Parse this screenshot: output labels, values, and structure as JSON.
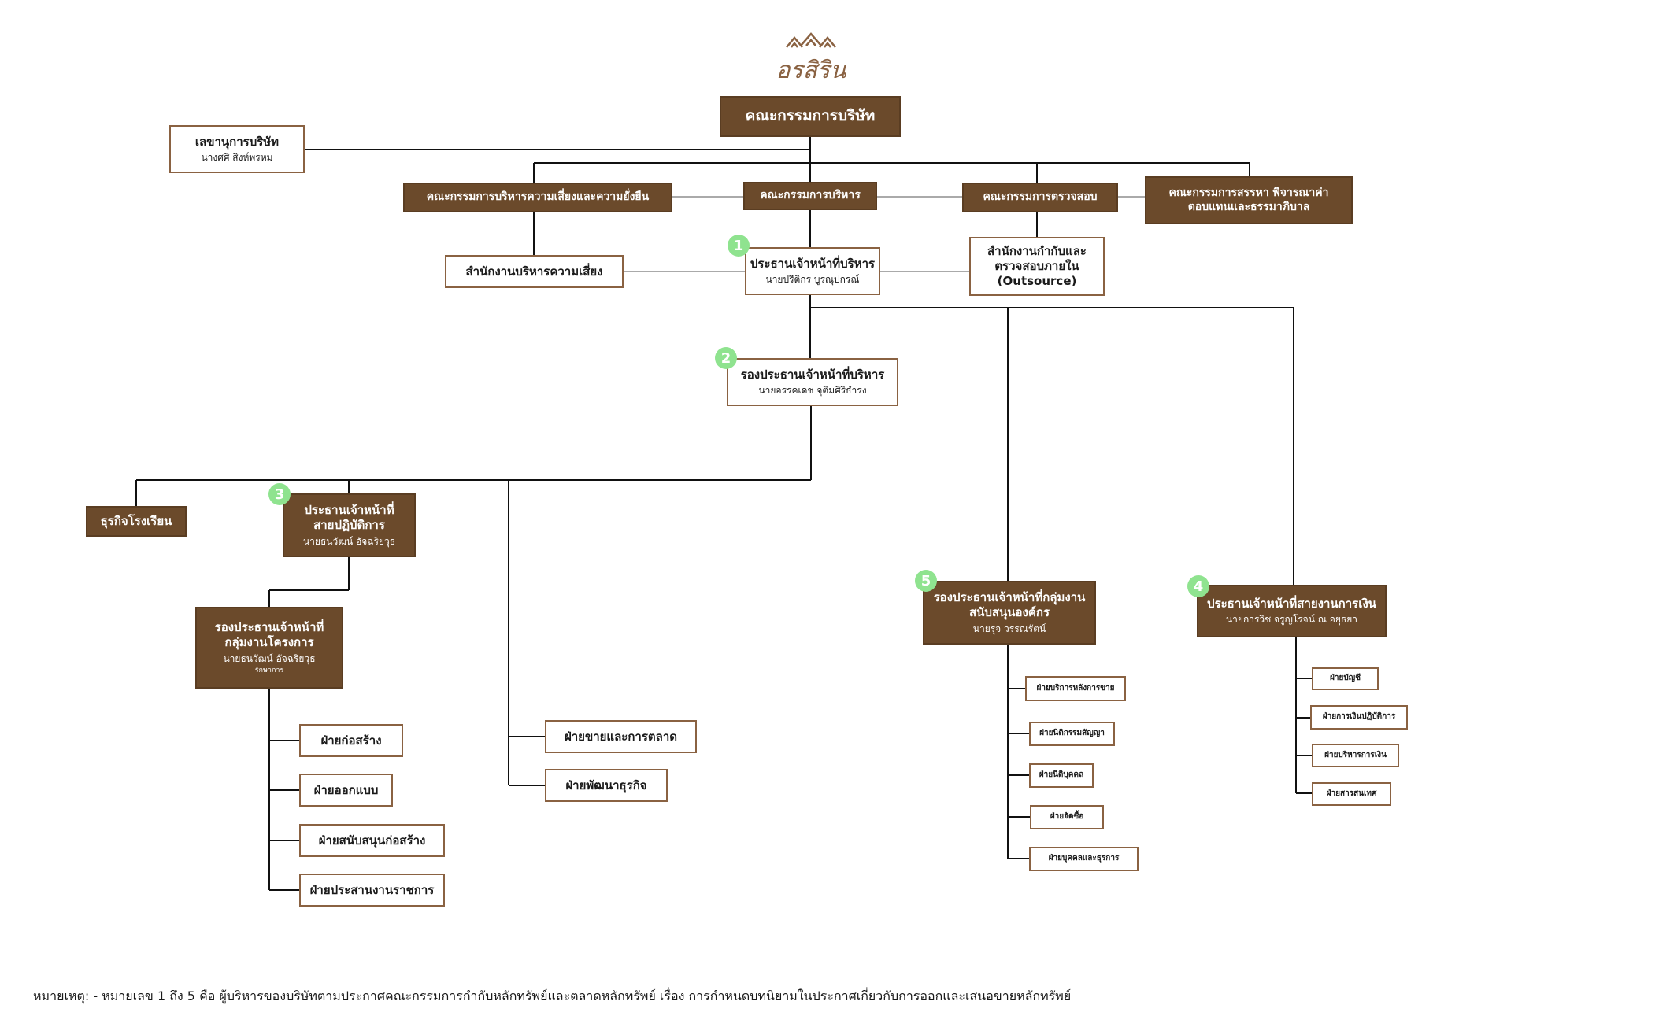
{
  "logo": {
    "text": "อรสิริน"
  },
  "board": {
    "title": "คณะกรรมการบริษัท"
  },
  "secretary": {
    "title": "เลขานุการบริษัท",
    "name": "นางศศิ สิงห์พรหม"
  },
  "committees": {
    "risk": "คณะกรรมการบริหารความเสี่ยงและความยั่งยืน",
    "executive": "คณะกรรมการบริหาร",
    "audit": "คณะกรรมการตรวจสอบ",
    "nomination": "คณะกรรมการสรรหา พิจารณาค่าตอบแทนและธรรมาภิบาล"
  },
  "risk_office": {
    "title": "สำนักงานบริหารความเสี่ยง"
  },
  "internal_audit": {
    "title": "สำนักงานกำกับและตรวจสอบภายใน (Outsource)"
  },
  "ceo": {
    "badge": "1",
    "title": "ประธานเจ้าหน้าที่บริหาร",
    "name": "นายปรีติกร บูรณุปกรณ์"
  },
  "deputy_ceo": {
    "badge": "2",
    "title": "รองประธานเจ้าหน้าที่บริหาร",
    "name": "นายอรรคเดช จุติมศิริธำรง"
  },
  "coo": {
    "badge": "3",
    "title": "ประธานเจ้าหน้าที่สายปฏิบัติการ",
    "name": "นายธนวัฒน์ อัจฉริยวุธ"
  },
  "cfo": {
    "badge": "4",
    "title": "ประธานเจ้าหน้าที่สายงานการเงิน",
    "name": "นายการวิช จรูญโรจน์ ณ อยุธยา"
  },
  "deputy_support": {
    "badge": "5",
    "title": "รองประธานเจ้าหน้าที่กลุ่มงานสนับสนุนองค์กร",
    "name": "นายรุจ วรรณรัตน์"
  },
  "school": {
    "title": "ธุรกิจโรงเรียน"
  },
  "deputy_projects": {
    "title": "รองประธานเจ้าหน้าที่กลุ่มงานโครงการ",
    "name": "นายธนวัฒน์ อัจฉริยวุธ",
    "note": "รักษาการ"
  },
  "project_depts": [
    "ฝ่ายก่อสร้าง",
    "ฝ่ายออกแบบ",
    "ฝ่ายสนับสนุนก่อสร้าง",
    "ฝ่ายประสานงานราชการ"
  ],
  "business_depts": [
    "ฝ่ายขายและการตลาด",
    "ฝ่ายพัฒนาธุรกิจ"
  ],
  "support_depts": [
    "ฝ่ายบริการหลังการขาย",
    "ฝ่ายนิติกรรมสัญญา",
    "ฝ่ายนิติบุคคล",
    "ฝ่ายจัดซื้อ",
    "ฝ่ายบุคคลและธุรการ"
  ],
  "finance_depts": [
    "ฝ่ายบัญชี",
    "ฝ่ายการเงินปฏิบัติการ",
    "ฝ่ายบริหารการเงิน",
    "ฝ่ายสารสนเทศ"
  ],
  "footnote": "หมายเหตุ: - หมายเลข 1 ถึง 5 คือ ผู้บริหารของบริษัทตามประกาศคณะกรรมการกำกับหลักทรัพย์และตลาดหลักทรัพย์ เรื่อง การกำหนดบทนิยามในประกาศเกี่ยวกับการออกและเสนอขายหลักทรัพย์",
  "colors": {
    "dark_box": "#6b4a2b",
    "box_border": "#8a6242",
    "badge": "#8fe38f",
    "line": "#111111"
  }
}
